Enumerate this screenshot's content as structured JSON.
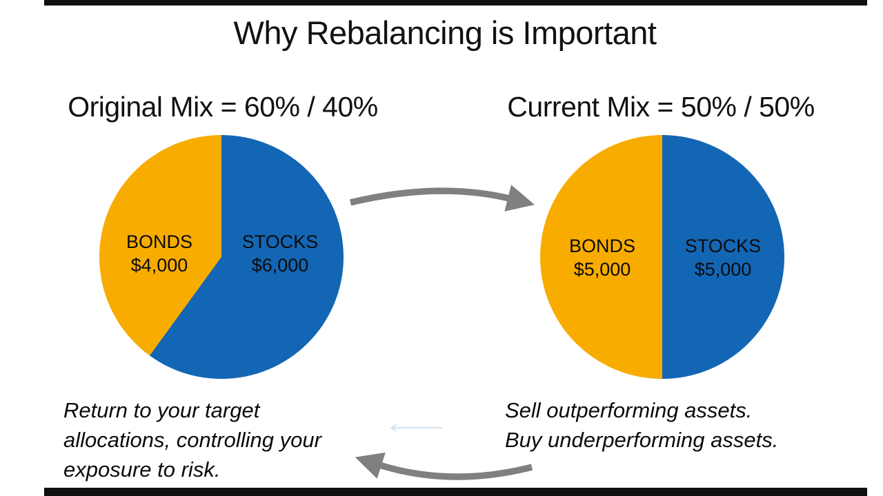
{
  "colors": {
    "bonds_yellow": "#F8AC00",
    "stocks_blue": "#1366B4",
    "arrow_gray": "#808080",
    "faint_arrow_blue": "#C9DCEC",
    "letterbox_bar_black": "#111111",
    "text_black": "#111111"
  },
  "slide": {
    "title": "Why Rebalancing is Important"
  },
  "chart_data": [
    {
      "type": "pie",
      "title": "Original Mix = 60% / 40%",
      "start_angle": "top",
      "direction": "clockwise",
      "slices": [
        {
          "label": "STOCKS",
          "value": 6000,
          "amount_label": "$6,000",
          "percent": 60,
          "color": "#1366B4"
        },
        {
          "label": "BONDS",
          "value": 4000,
          "amount_label": "$4,000",
          "percent": 40,
          "color": "#F8AC00"
        }
      ],
      "note_lines": [
        "Return to your target",
        "allocations, controlling your",
        "exposure to risk."
      ]
    },
    {
      "type": "pie",
      "title": "Current Mix = 50% / 50%",
      "start_angle": "top",
      "direction": "clockwise",
      "slices": [
        {
          "label": "STOCKS",
          "value": 5000,
          "amount_label": "$5,000",
          "percent": 50,
          "color": "#1366B4"
        },
        {
          "label": "BONDS",
          "value": 5000,
          "amount_label": "$5,000",
          "percent": 50,
          "color": "#F8AC00"
        }
      ],
      "note_lines": [
        "Sell outperforming assets.",
        "Buy underperforming assets."
      ]
    }
  ],
  "icons": {
    "top_arrow": "curved-arrow-right",
    "bottom_arrow": "curved-arrow-left",
    "faint_arrow": "thin-arrow-left"
  }
}
